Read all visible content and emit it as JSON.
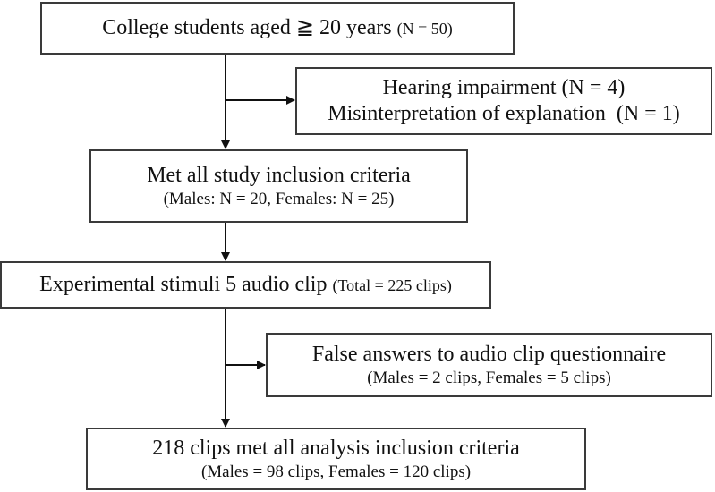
{
  "diagram": {
    "type": "flowchart",
    "boxes": {
      "enrolled": {
        "text": "College students aged ≧ 20 years",
        "count": "(N = 50)"
      },
      "excluded_participants": {
        "line1": "Hearing impairment (N = 4)",
        "line2_text": "Misinterpretation of explanation",
        "line2_count": "(N = 1)"
      },
      "included": {
        "line1": "Met all study inclusion criteria",
        "line2": "(Males: N = 20, Females: N = 25)"
      },
      "stimuli": {
        "text": "Experimental stimuli 5 audio clip",
        "count": "(Total = 225 clips)"
      },
      "excluded_clips": {
        "line1": "False answers to audio clip questionnaire",
        "line2": "(Males = 2 clips, Females = 5 clips)"
      },
      "analyzed": {
        "line1": "218 clips met all analysis inclusion criteria",
        "line2": "(Males = 98 clips, Females = 120 clips)"
      }
    },
    "edges": [
      {
        "from": "enrolled",
        "to": "included"
      },
      {
        "from": "enrolled",
        "to": "excluded_participants",
        "kind": "branch"
      },
      {
        "from": "included",
        "to": "stimuli"
      },
      {
        "from": "stimuli",
        "to": "analyzed"
      },
      {
        "from": "stimuli",
        "to": "excluded_clips",
        "kind": "branch"
      }
    ],
    "colors": {
      "border": "#3a3a3a",
      "line": "#111111",
      "background": "#ffffff"
    }
  }
}
